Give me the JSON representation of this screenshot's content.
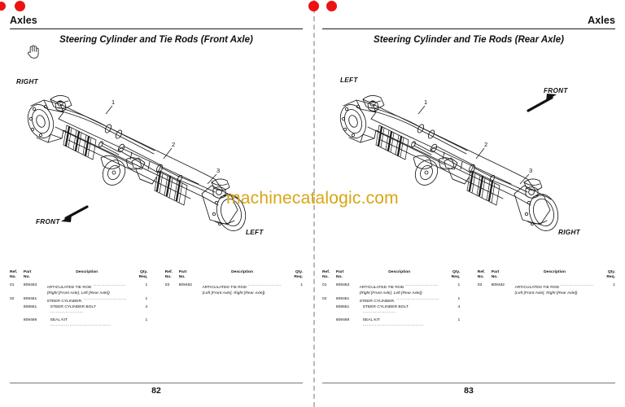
{
  "viewer": {
    "watermark": "machinecatalogic.com",
    "watermark_color": "#d9a513",
    "divider_color": "#b9b9b9",
    "annotation_dot_color": "#ee1111",
    "cursor": "grab-hand-cursor"
  },
  "table_headers": {
    "ref_line1": "Ref.",
    "ref_line2": "No.",
    "part_line1": "Part",
    "part_line2": "No.",
    "description": "Description",
    "qty_line1": "Qty.",
    "qty_line2": "Req."
  },
  "pages": [
    {
      "header": "Axles",
      "header_align": "left",
      "figure_title": "Steering Cylinder and Tie Rods (Front Axle)",
      "page_number": "82",
      "diagram": {
        "callouts": [
          "1",
          "2",
          "3"
        ],
        "direction_labels": [
          {
            "text": "RIGHT",
            "position": "top-left"
          },
          {
            "text": "LEFT",
            "position": "bottom-right"
          },
          {
            "text": "FRONT",
            "position": "bottom-left"
          }
        ],
        "arrow_direction": "down-left"
      },
      "table_left": [
        {
          "ref": "01",
          "part": "809463",
          "desc": "ARTICULATED TIE ROD",
          "qty": "1",
          "indent": false,
          "note": false
        },
        {
          "ref": "",
          "part": "",
          "desc": "(Right [Front Axle], Left [Rear Axle])",
          "qty": "",
          "indent": false,
          "note": true
        },
        {
          "ref": "02",
          "part": "809461",
          "desc": "STEER CYLINDER.",
          "qty": "1",
          "indent": false,
          "note": false
        },
        {
          "ref": "",
          "part": "808551",
          "desc": "STEER CYLINDER BOLT",
          "qty": "4",
          "indent": true,
          "note": false
        },
        {
          "ref": "",
          "part": "809469",
          "desc": "SEAL KIT",
          "qty": "1",
          "indent": true,
          "note": false
        }
      ],
      "table_right": [
        {
          "ref": "03",
          "part": "809462",
          "desc": "ARTICULATED TIE ROD",
          "qty": "1",
          "indent": false,
          "note": false
        },
        {
          "ref": "",
          "part": "",
          "desc": "(Left [Front Axle], Right [Rear Axle])",
          "qty": "",
          "indent": false,
          "note": true
        }
      ]
    },
    {
      "header": "Axles",
      "header_align": "right",
      "figure_title": "Steering Cylinder and Tie Rods (Rear Axle)",
      "page_number": "83",
      "diagram": {
        "callouts": [
          "1",
          "2",
          "3"
        ],
        "direction_labels": [
          {
            "text": "LEFT",
            "position": "top-left"
          },
          {
            "text": "FRONT",
            "position": "top-right"
          },
          {
            "text": "RIGHT",
            "position": "bottom-right"
          }
        ],
        "arrow_direction": "up-right"
      },
      "table_left": [
        {
          "ref": "01",
          "part": "809463",
          "desc": "ARTICULATED TIE ROD",
          "qty": "1",
          "indent": false,
          "note": false
        },
        {
          "ref": "",
          "part": "",
          "desc": "(Right [Front Axle], Left [Rear Axle])",
          "qty": "",
          "indent": false,
          "note": true
        },
        {
          "ref": "02",
          "part": "809461",
          "desc": "STEER CYLINDER.",
          "qty": "1",
          "indent": false,
          "note": false
        },
        {
          "ref": "",
          "part": "808551",
          "desc": "STEER CYLINDER BOLT",
          "qty": "4",
          "indent": true,
          "note": false
        },
        {
          "ref": "",
          "part": "809469",
          "desc": "SEAL KIT",
          "qty": "1",
          "indent": true,
          "note": false
        }
      ],
      "table_right": [
        {
          "ref": "03",
          "part": "809462",
          "desc": "ARTICULATED TIE ROD",
          "qty": "1",
          "indent": false,
          "note": false
        },
        {
          "ref": "",
          "part": "",
          "desc": "(Left [Front Axle], Right [Rear Axle])",
          "qty": "",
          "indent": false,
          "note": true
        }
      ]
    }
  ]
}
